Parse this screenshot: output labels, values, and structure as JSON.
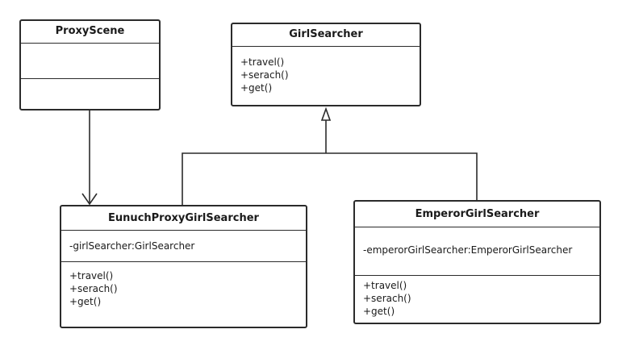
{
  "classes": {
    "proxy_scene": {
      "name": "ProxyScene",
      "attributes": [],
      "methods": []
    },
    "girl_searcher": {
      "name": "GirlSearcher",
      "methods": [
        "+travel()",
        "+serach()",
        "+get()"
      ]
    },
    "eunuch_proxy": {
      "name": "EunuchProxyGirlSearcher",
      "attributes": [
        "-girlSearcher:GirlSearcher"
      ],
      "methods": [
        "+travel()",
        "+serach()",
        "+get()"
      ]
    },
    "emperor": {
      "name": "EmperorGirlSearcher",
      "attributes": [
        "-emperorGirlSearcher:EmperorGirlSearcher"
      ],
      "methods": [
        "+travel()",
        "+serach()",
        "+get()"
      ]
    }
  },
  "relations": [
    {
      "type": "association",
      "from": "ProxyScene",
      "to": "EunuchProxyGirlSearcher"
    },
    {
      "type": "realization",
      "from": "EunuchProxyGirlSearcher",
      "to": "GirlSearcher"
    },
    {
      "type": "realization",
      "from": "EmperorGirlSearcher",
      "to": "GirlSearcher"
    }
  ],
  "colors": {
    "stroke": "#2b2b2b",
    "background": "#ffffff"
  }
}
